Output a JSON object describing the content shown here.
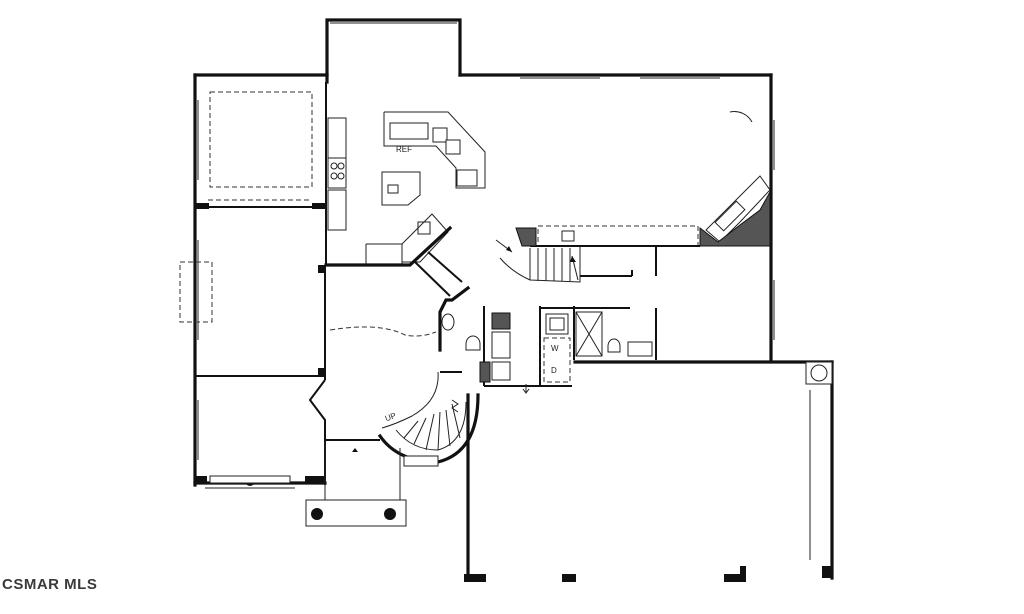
{
  "watermark": "CSMAR MLS",
  "labels": {
    "refrigerator": "REF",
    "stair_up": "UP",
    "water_heater": "W",
    "dryer": "D"
  },
  "colors": {
    "ink": "#111111",
    "hatch": "#555555",
    "background": "#ffffff"
  }
}
